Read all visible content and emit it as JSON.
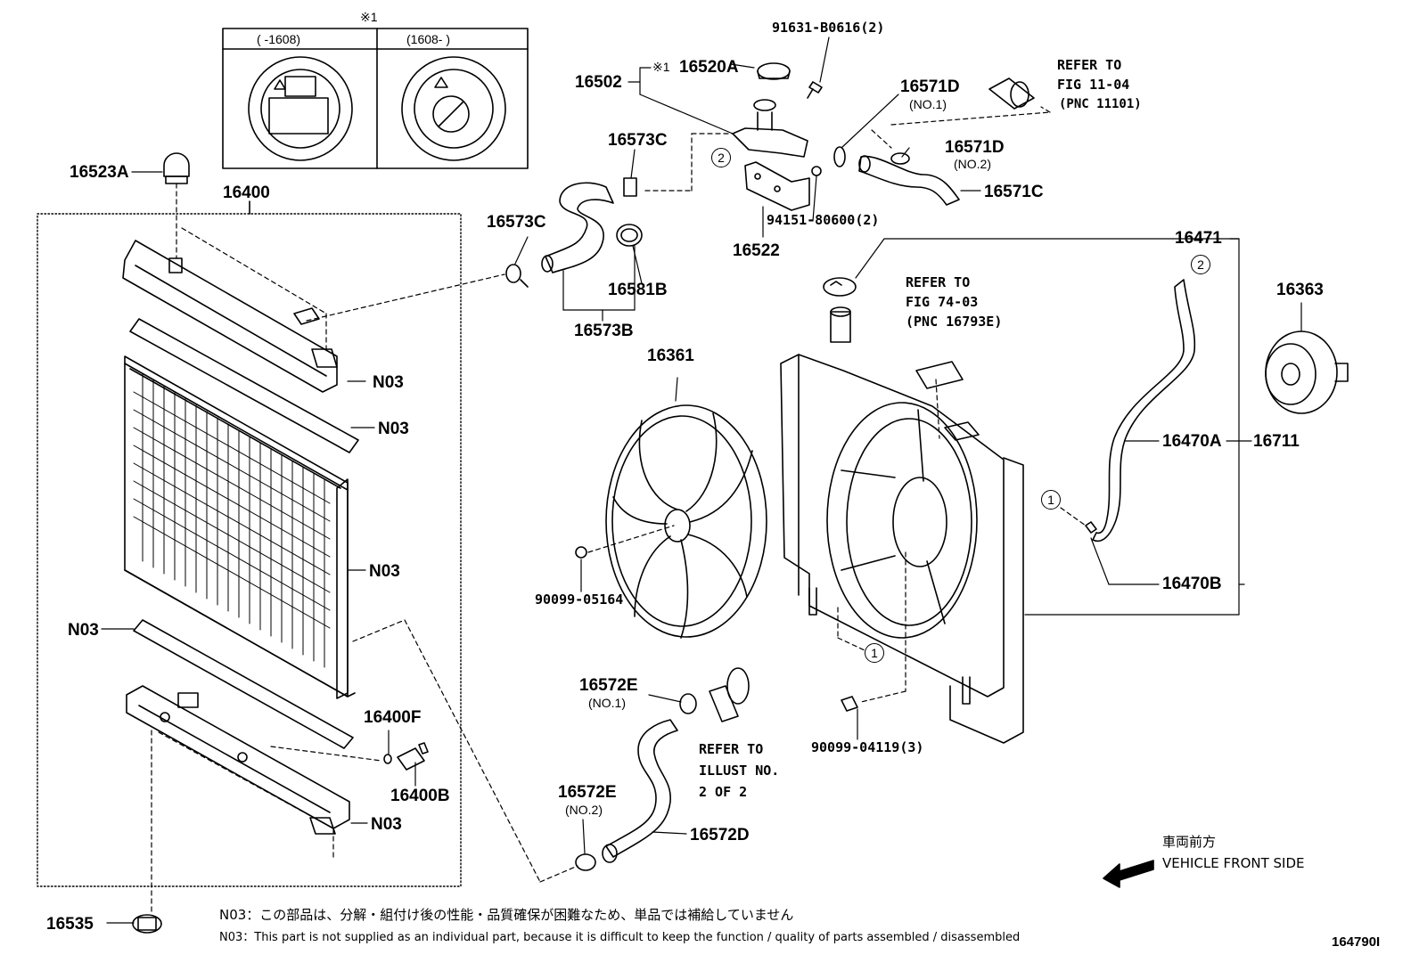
{
  "inset": {
    "mark": "※1",
    "col_left": "(   -1608)",
    "col_right": "(1608-   )"
  },
  "labels": {
    "p16523A": "16523A",
    "p16400": "16400",
    "p16502": "16502",
    "mark1": "※1",
    "p16520A": "16520A",
    "p91631": "91631-B0616(2)",
    "p16571D_1": "16571D",
    "no1_a": "(NO.1)",
    "p16571D_2": "16571D",
    "no2_a": "(NO.2)",
    "p16571C": "16571C",
    "ref1": [
      "REFER TO",
      "FIG 11-04",
      "(PNC 11101)"
    ],
    "p16573C_1": "16573C",
    "p16573C_2": "16573C",
    "p16581B": "16581B",
    "p16573B": "16573B",
    "p16522": "16522",
    "p94151": "94151-80600(2)",
    "p16471": "16471",
    "ref2": [
      "REFER TO",
      "FIG 74-03",
      "(PNC 16793E)"
    ],
    "p16363": "16363",
    "p16361": "16361",
    "p16470A": "16470A",
    "p16711": "16711",
    "p16470B": "16470B",
    "p90099a": "90099-05164",
    "p90099b": "90099-04119(3)",
    "n03_1": "N03",
    "n03_2": "N03",
    "n03_3": "N03",
    "n03_4": "N03",
    "n03_5": "N03",
    "p16400F": "16400F",
    "p16400B": "16400B",
    "p16535": "16535",
    "p16572E_1": "16572E",
    "no1_b": "(NO.1)",
    "p16572E_2": "16572E",
    "no2_b": "(NO.2)",
    "p16572D": "16572D",
    "ref3": [
      "REFER TO",
      "ILLUST NO.",
      "2 OF 2"
    ],
    "front_jp": "車両前方",
    "front_en": "VEHICLE FRONT SIDE",
    "figno": "164790I",
    "circ1a": "1",
    "circ1b": "1",
    "circ2a": "2",
    "circ2b": "2"
  },
  "notes": {
    "jp": "N03：この部品は、分解・組付け後の性能・品質確保が困難なため、単品では補給していません",
    "en": "N03：This part is not supplied as an individual part, because it is difficult to keep the function / quality of parts assembled / disassembled"
  }
}
